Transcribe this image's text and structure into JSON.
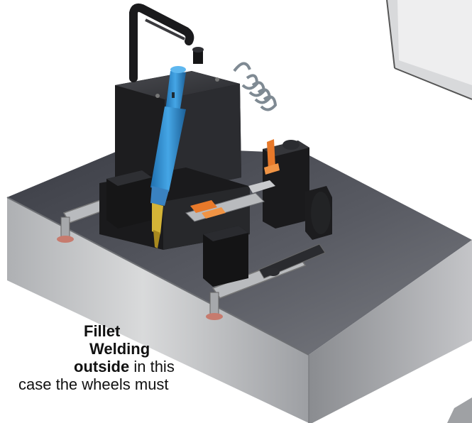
{
  "caption": {
    "line1": "Fillet",
    "line2": "Welding",
    "line3_bold": "outside",
    "line3_rest": " in this",
    "line4": "case the wheels must"
  },
  "colors": {
    "plate_top": "#53555d",
    "plate_side": "#c9cacb",
    "carriage_body": "#1d1d1f",
    "torch": "#2e8fd3",
    "clamp": "#e8792a",
    "nozzle": "#d4b437",
    "rail": "#b9bbbe",
    "wheel_pad": "#c77b6e"
  },
  "icons": {
    "torch": "welding-torch-icon",
    "cable": "coiled-cable-icon",
    "handle": "carry-handle-icon"
  }
}
